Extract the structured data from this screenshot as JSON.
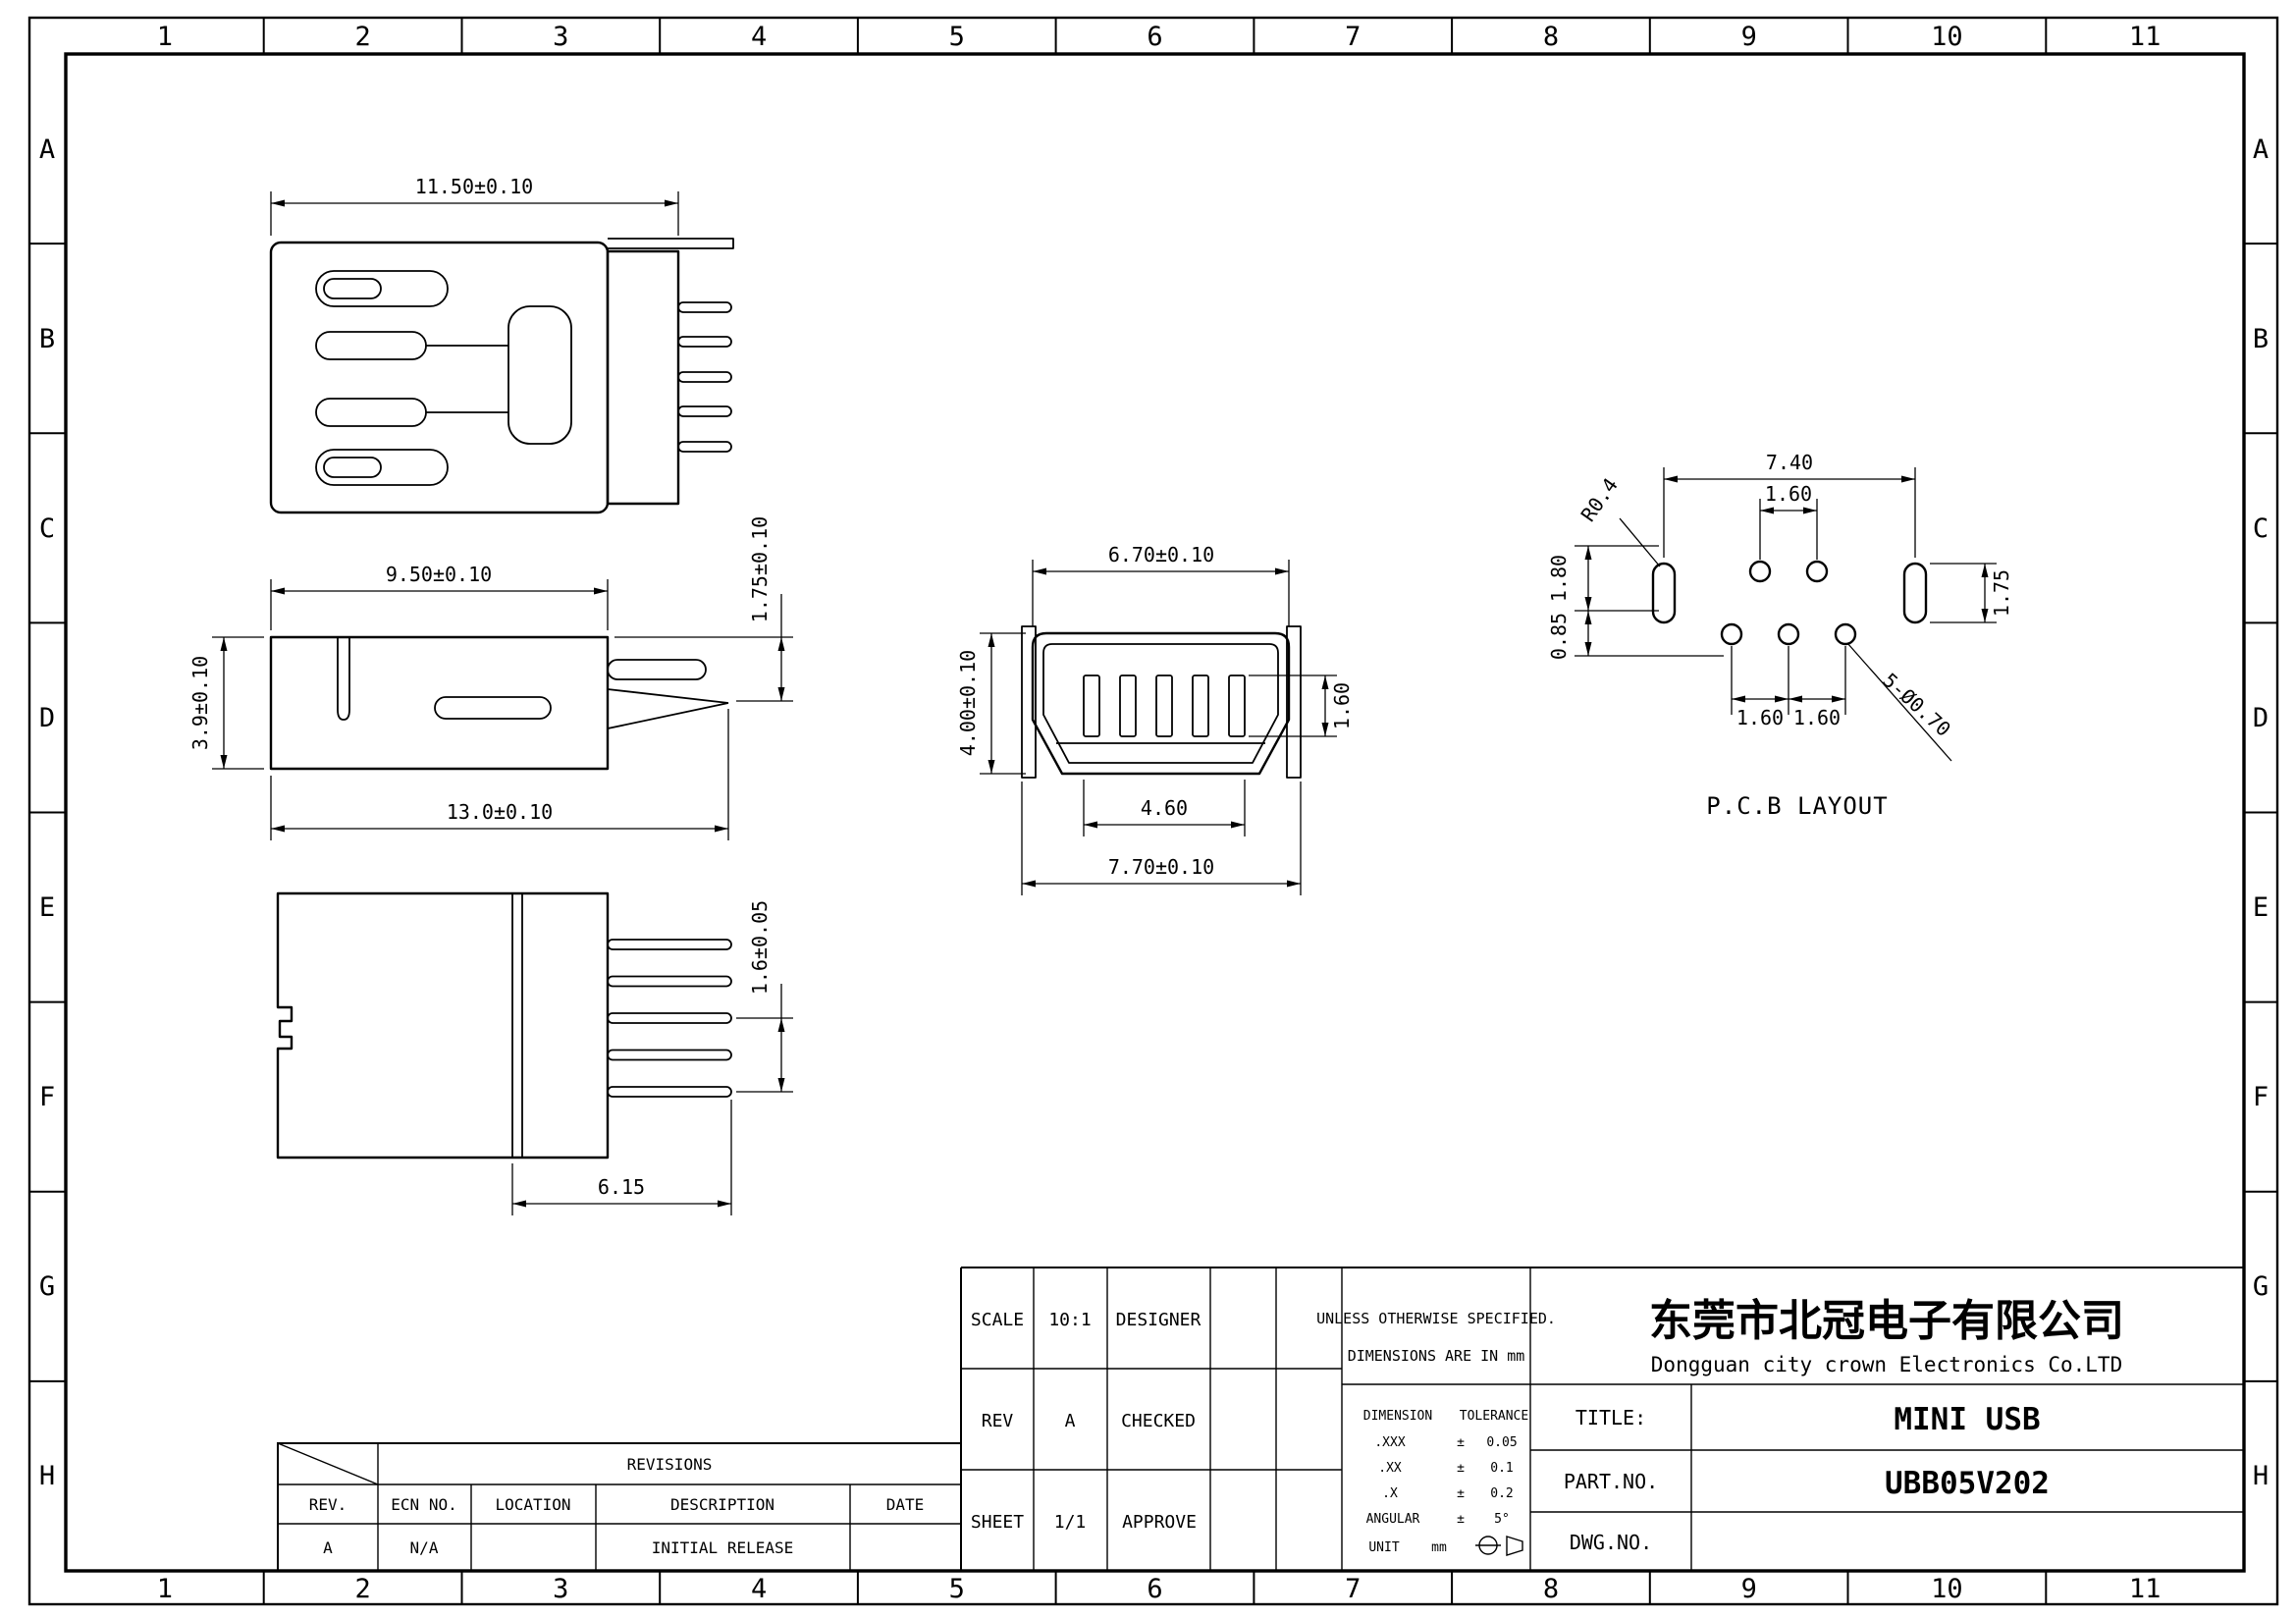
{
  "grid": {
    "columns": [
      "1",
      "2",
      "3",
      "4",
      "5",
      "6",
      "7",
      "8",
      "9",
      "10",
      "11"
    ],
    "rows": [
      "A",
      "B",
      "C",
      "D",
      "E",
      "F",
      "G",
      "H"
    ]
  },
  "views": {
    "top": {
      "dim_width": "11.50±0.10"
    },
    "side": {
      "dim_width": "9.50±0.10",
      "dim_pin": "1.75±0.10",
      "dim_height": "3.9±0.10",
      "dim_overall": "13.0±0.10"
    },
    "bottom": {
      "dim_pitch": "1.6±0.05",
      "dim_shell": "6.15"
    },
    "front": {
      "dim_width": "6.70±0.10",
      "dim_height": "4.00±0.10",
      "dim_contact": "1.60",
      "dim_inner": "4.60",
      "dim_overall": "7.70±0.10"
    },
    "pcb": {
      "label": "P.C.B LAYOUT",
      "dim_span": "7.40",
      "dim_pitch_top": "1.60",
      "radius": "R0.4",
      "dim_v_upper": "1.80",
      "dim_v_lower": "0.85",
      "dim_pitch_b1": "1.60",
      "dim_pitch_b2": "1.60",
      "dim_pad": "1.75",
      "holes_note": "5-Ø0.70"
    }
  },
  "title_block": {
    "scale_label": "SCALE",
    "scale_value": "10:1",
    "designer_label": "DESIGNER",
    "rev_label": "REV",
    "rev_value": "A",
    "checked_label": "CHECKED",
    "sheet_label": "SHEET",
    "sheet_value": "1/1",
    "approve_label": "APPROVE",
    "note_line1": "UNLESS OTHERWISE SPECIFIED.",
    "note_line2": "DIMENSIONS ARE IN mm",
    "tol_col_dim": "DIMENSION",
    "tol_col_tol": "TOLERANCE",
    "tolerances": [
      {
        "dim": ".XXX",
        "sign": "±",
        "value": "0.05"
      },
      {
        "dim": ".XX",
        "sign": "±",
        "value": "0.1"
      },
      {
        "dim": ".X",
        "sign": "±",
        "value": "0.2"
      },
      {
        "dim": "ANGULAR",
        "sign": "±",
        "value": "5°"
      },
      {
        "dim": "UNIT",
        "sign": "mm",
        "value": ""
      }
    ],
    "company_cn": "东莞市北冠电子有限公司",
    "company_en": "Dongguan city crown Electronics Co.LTD",
    "title_label": "TITLE:",
    "title_value": "MINI USB",
    "part_label": "PART.NO.",
    "part_value": "UBB05V202",
    "dwg_label": "DWG.NO.",
    "dwg_value": ""
  },
  "revisions": {
    "header": "REVISIONS",
    "col_rev": "REV.",
    "col_ecn": "ECN NO.",
    "col_location": "LOCATION",
    "col_description": "DESCRIPTION",
    "col_date": "DATE",
    "rows": [
      {
        "rev": "A",
        "ecn": "N/A",
        "location": "",
        "description": "INITIAL RELEASE",
        "date": ""
      }
    ]
  }
}
